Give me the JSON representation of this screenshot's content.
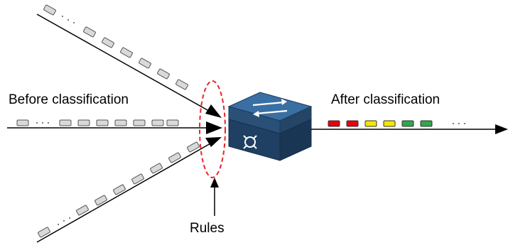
{
  "labels": {
    "before": "Before classification",
    "after": "After classification",
    "rules": "Rules"
  },
  "colors": {
    "line": "#000000",
    "packet_fill": "#d9d9d9",
    "packet_stroke": "#555555",
    "rules_ellipse": "#e8232a",
    "device_top": "#3a6fa3",
    "device_side": "#2a5078",
    "device_front": "#1f3f63",
    "class_red": "#e60012",
    "class_yellow": "#f2e600",
    "class_green": "#2ea84a"
  },
  "classified_packets": [
    "red",
    "red",
    "yellow",
    "yellow",
    "green",
    "green"
  ],
  "icons": {
    "switch": "l3-switch-icon",
    "arrows": "bidirectional-arrows-icon",
    "router_symbol": "router-symbol-icon"
  }
}
